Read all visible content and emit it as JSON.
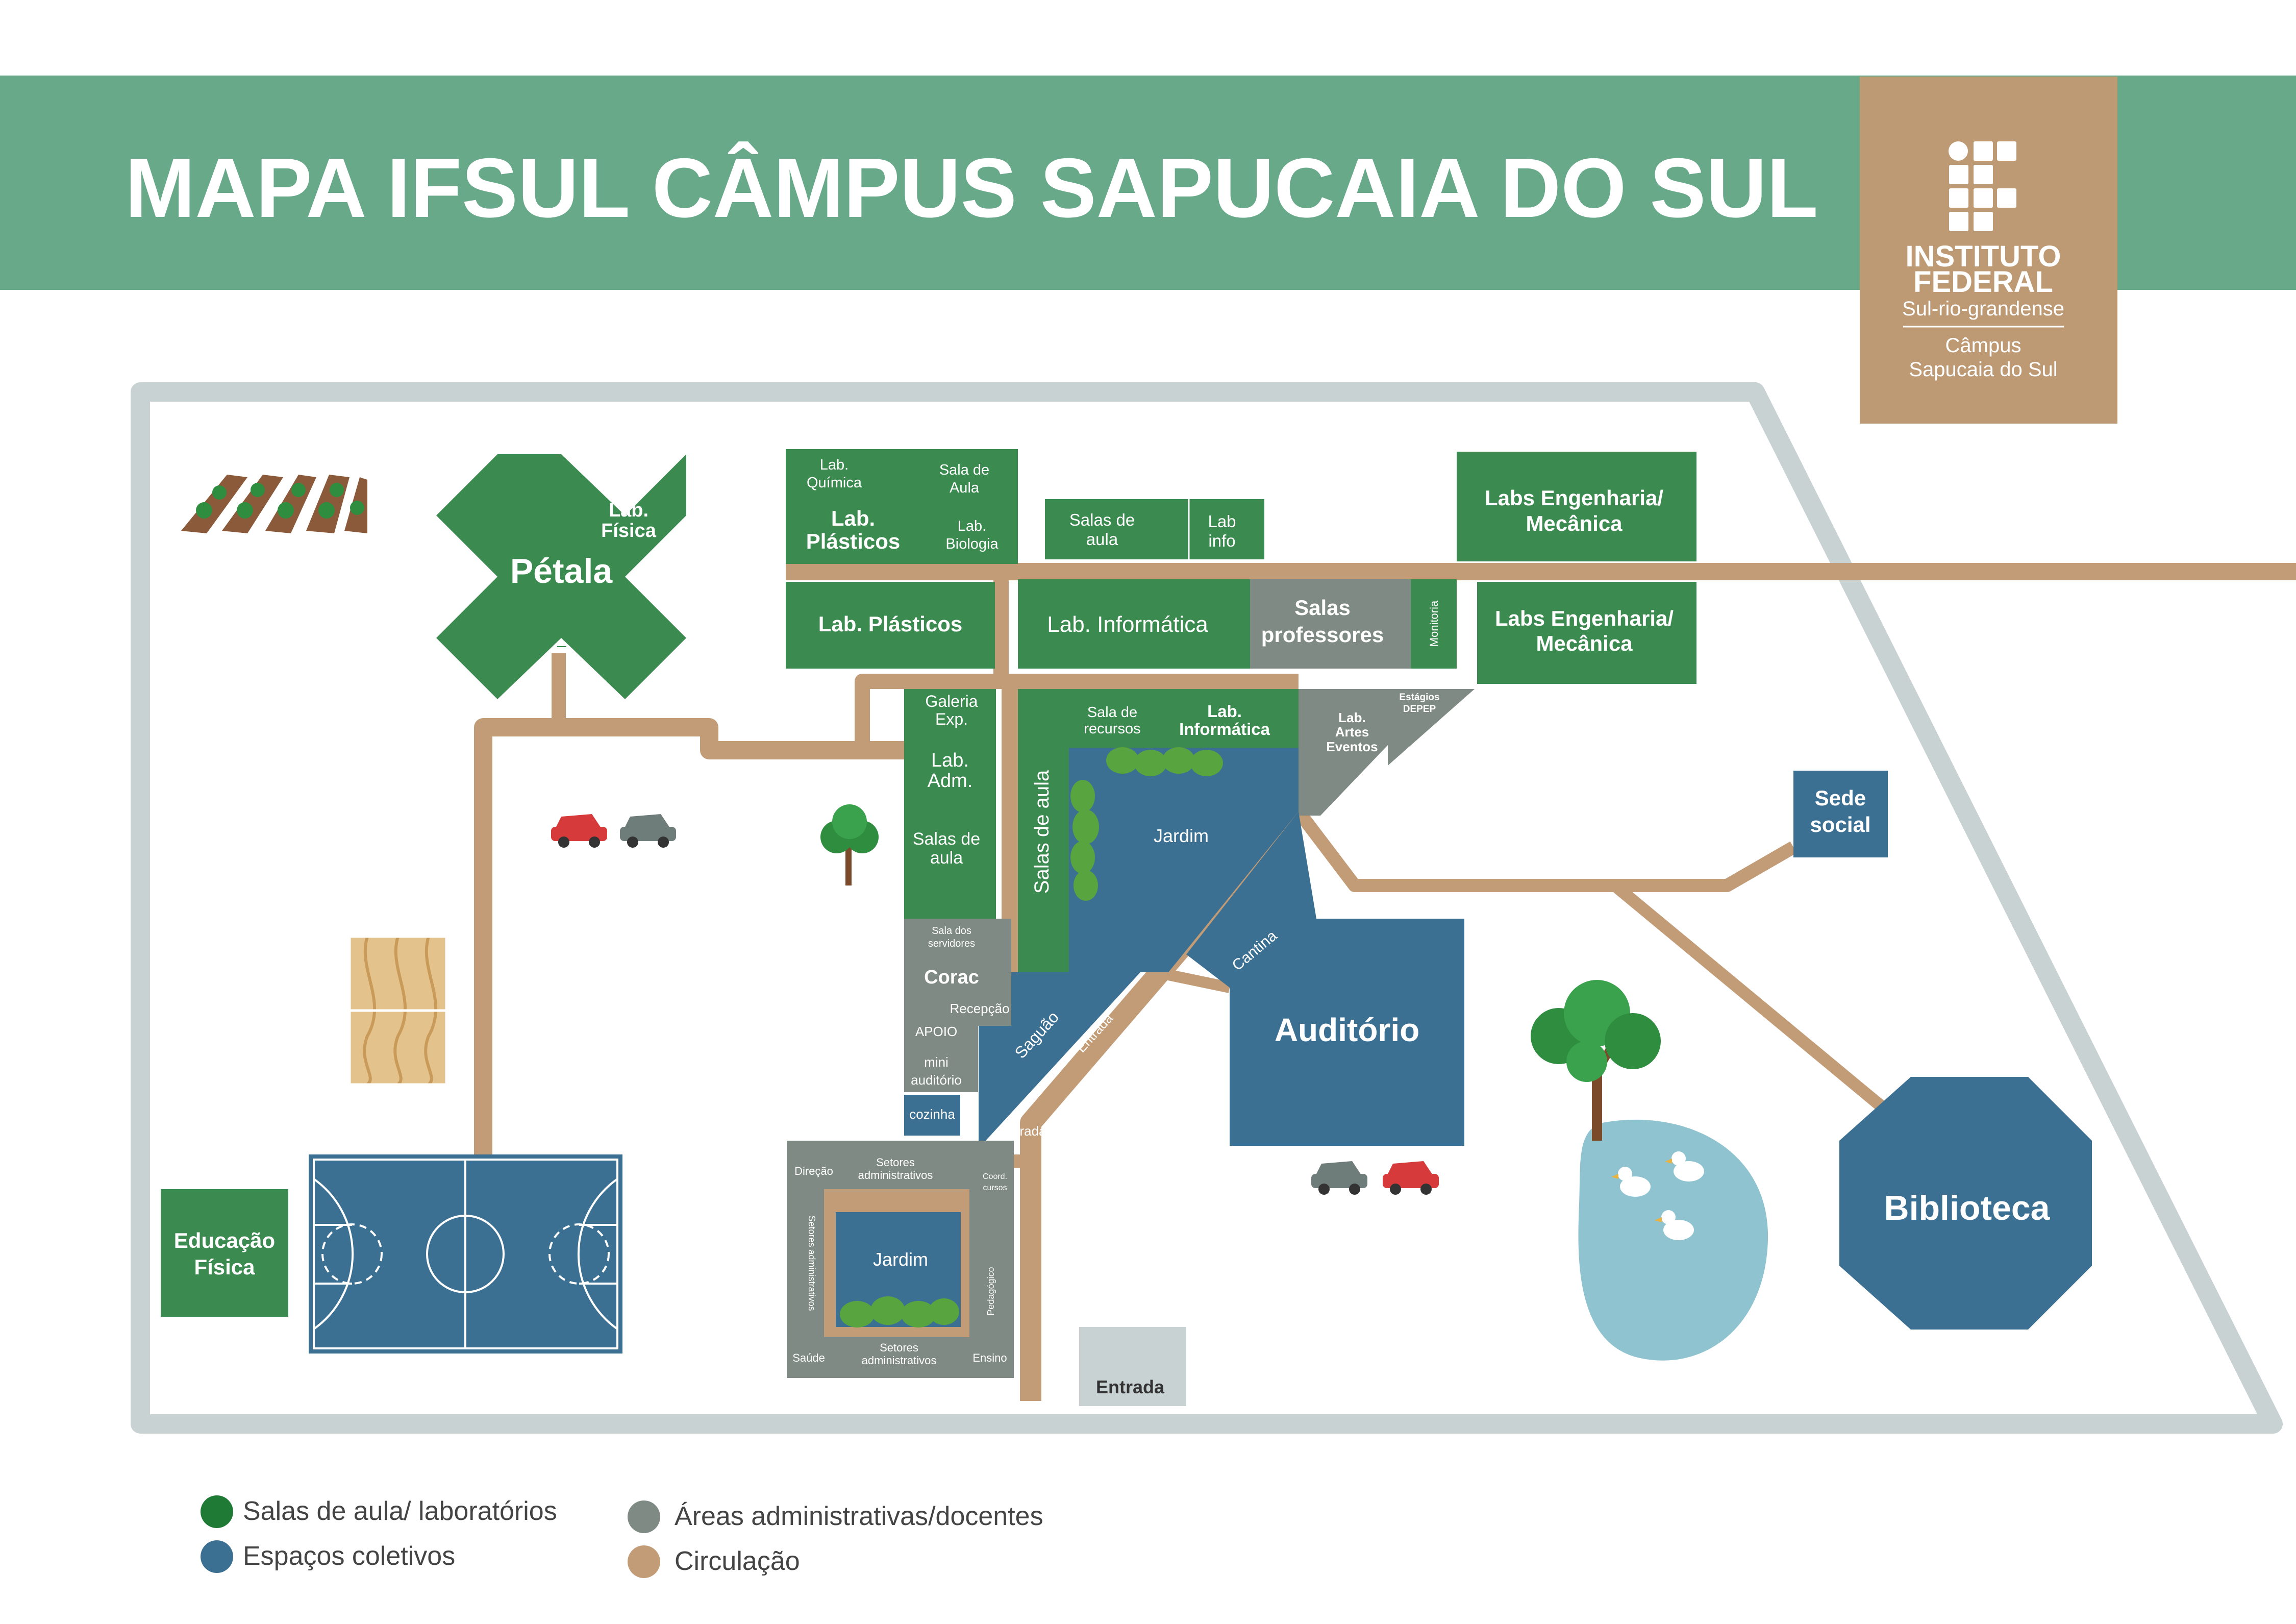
{
  "header": {
    "title": "MAPA IFSUL CÂMPUS SAPUCAIA DO SUL",
    "logo": {
      "line1": "INSTITUTO",
      "line2": "FEDERAL",
      "line3": "Sul-rio-grandense",
      "line4": "Câmpus",
      "line5": "Sapucaia do Sul"
    }
  },
  "colors": {
    "header_green": "#68a98a",
    "classroom_green": "#3b8a4f",
    "collective_blue": "#3c7092",
    "admin_gray": "#7e8a83",
    "circulation_tan": "#c29c76",
    "logo_tan": "#be9a74",
    "boundary_gray": "#c9d2d3",
    "pond_blue": "#8fc3d0"
  },
  "buildings": {
    "petala": {
      "name": "Pétala",
      "lab": [
        "Lab.",
        "Física"
      ]
    },
    "top_block": {
      "lab_quimica": [
        "Lab.",
        "Química"
      ],
      "sala_aula": [
        "Sala de",
        "Aula"
      ],
      "lab_plasticos_a": [
        "Lab.",
        "Plásticos"
      ],
      "lab_biologia": [
        "Lab.",
        "Biologia"
      ],
      "lab_plasticos_b": "Lab. Plásticos"
    },
    "salas_aula_top": [
      "Salas de",
      "aula"
    ],
    "lab_info_small": [
      "Lab",
      "info"
    ],
    "lab_informatica": "Lab. Informática",
    "salas_professores": [
      "Salas",
      "professores"
    ],
    "monitoria": "Monitoria",
    "labs_eng_1": [
      "Labs Engenharia/",
      "Mecânica"
    ],
    "labs_eng_2": [
      "Labs Engenharia/",
      "Mecânica"
    ],
    "galeria": [
      "Galeria",
      "Exp."
    ],
    "lab_adm": [
      "Lab.",
      "Adm."
    ],
    "salas_aula_left": [
      "Salas de",
      "aula"
    ],
    "salas_aula_vertical": "Salas de aula",
    "sala_recursos": [
      "Sala de",
      "recursos"
    ],
    "lab_informatica_2": [
      "Lab.",
      "Informática"
    ],
    "lab_artes": [
      "Lab.",
      "Artes",
      "Eventos"
    ],
    "estagios": [
      "Estágios",
      "DEPEP"
    ],
    "jardim_1": "Jardim",
    "cantina": "Cantina",
    "sala_servidores": [
      "Sala dos",
      "servidores"
    ],
    "corac": "Corac",
    "recepcao": "Recepção",
    "apoio": "APOIO",
    "mini_auditorio": [
      "mini",
      "auditório"
    ],
    "saguao": "Saguão",
    "entrada_diag": "Entrada",
    "cozinha": "cozinha",
    "entrada_small": "Entrada",
    "auditorio": "Auditório",
    "sede_social": [
      "Sede",
      "social"
    ],
    "biblioteca": "Biblioteca",
    "educacao_fisica": [
      "Educação",
      "Física"
    ],
    "admin_block": {
      "direcao": "Direção",
      "setores_top": [
        "Setores",
        "administrativos"
      ],
      "setores_left": "Setores administrativos",
      "coord_cursos": [
        "Coord.",
        "cursos"
      ],
      "jardim": "Jardim",
      "pedagogico": "Pedagógico",
      "setores_bottom": [
        "Setores",
        "administrativos"
      ],
      "saude": "Saúde",
      "ensino": "Ensino"
    },
    "entrada_main": "Entrada"
  },
  "legend": [
    {
      "label": "Salas de aula/ laboratórios",
      "color": "#3b8a4f"
    },
    {
      "label": "Espaços coletivos",
      "color": "#3c7092"
    },
    {
      "label": "Áreas administrativas/docentes",
      "color": "#7e8a83"
    },
    {
      "label": "Circulação",
      "color": "#c29c76"
    }
  ]
}
